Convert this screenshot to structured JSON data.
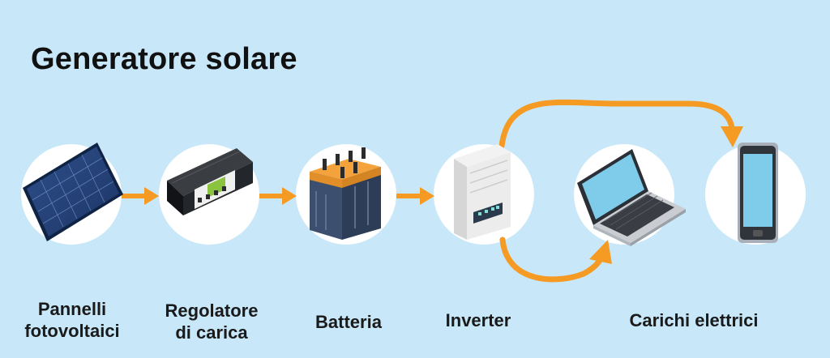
{
  "title": "Generatore solare",
  "colors": {
    "background": "#c8e7f8",
    "arrow": "#f59a23",
    "circle": "#ffffff"
  },
  "components": [
    {
      "icon": "solar-panel-icon",
      "label_lines": [
        "Pannelli",
        "fotovoltaici"
      ]
    },
    {
      "icon": "charge-controller-icon",
      "label_lines": [
        "Regolatore",
        "di carica"
      ]
    },
    {
      "icon": "battery-icon",
      "label_lines": [
        "Batteria"
      ]
    },
    {
      "icon": "inverter-icon",
      "label_lines": [
        "Inverter"
      ]
    },
    {
      "icon": "laptop-icon",
      "label_lines": [
        "Carichi elettrici"
      ]
    },
    {
      "icon": "smartphone-icon",
      "label_lines": []
    }
  ]
}
